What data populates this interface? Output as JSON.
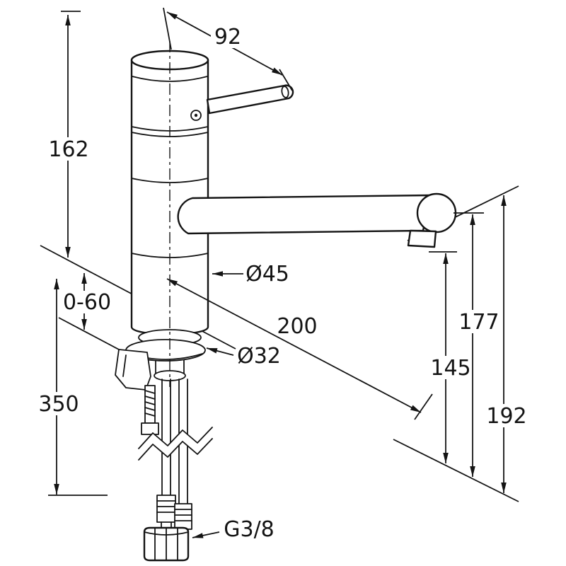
{
  "page": {
    "background_color": "#ffffff",
    "line_color": "#141414"
  },
  "diagram": {
    "kind": "faucet-dimension-drawing",
    "labels": {
      "d92": "92",
      "d162": "162",
      "d0_60": "0-60",
      "d350": "350",
      "d45": "Ø45",
      "d200": "200",
      "d32": "Ø32",
      "d177": "177",
      "d145": "145",
      "d192": "192",
      "thread": "G3/8"
    }
  }
}
